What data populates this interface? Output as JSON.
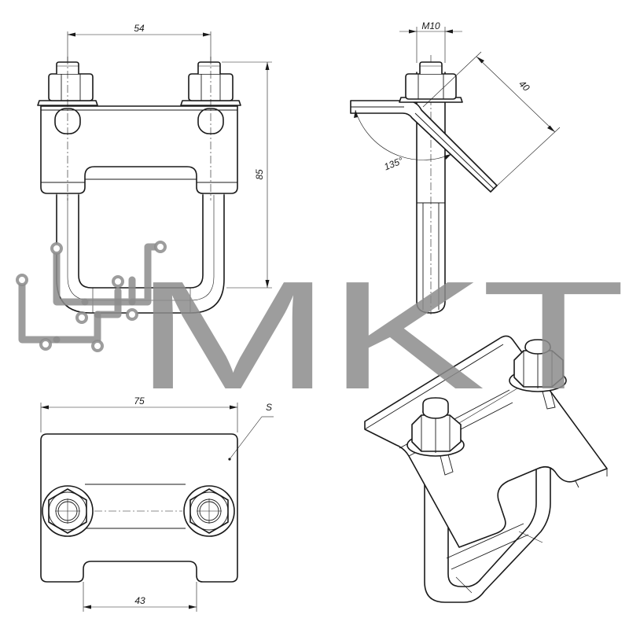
{
  "dimensions": {
    "top_width": "54",
    "height": "85",
    "thread": "M10",
    "flange_length": "40",
    "bend_angle": "135°",
    "plate_width": "75",
    "thickness": "S",
    "slot_width": "43"
  },
  "watermark": {
    "text": "MKT",
    "color": "#8c8c8c"
  },
  "colors": {
    "line": "#1a1a1a",
    "background": "#ffffff"
  }
}
